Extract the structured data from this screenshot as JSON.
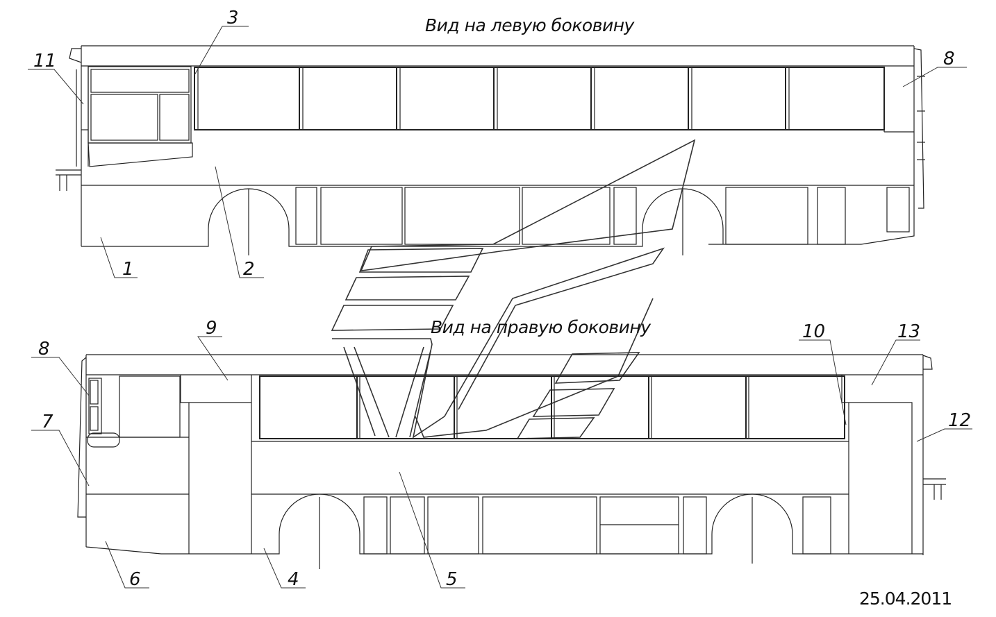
{
  "titles": {
    "left_view": "Вид на левую боковину",
    "right_view": "Вид на правую боковину"
  },
  "date": "25.04.2011",
  "callouts": {
    "c1": "1",
    "c2": "2",
    "c3": "3",
    "c4": "4",
    "c5": "5",
    "c6": "6",
    "c7": "7",
    "c8a": "8",
    "c8b": "8",
    "c9": "9",
    "c10": "10",
    "c11": "11",
    "c12": "12",
    "c13": "13"
  }
}
